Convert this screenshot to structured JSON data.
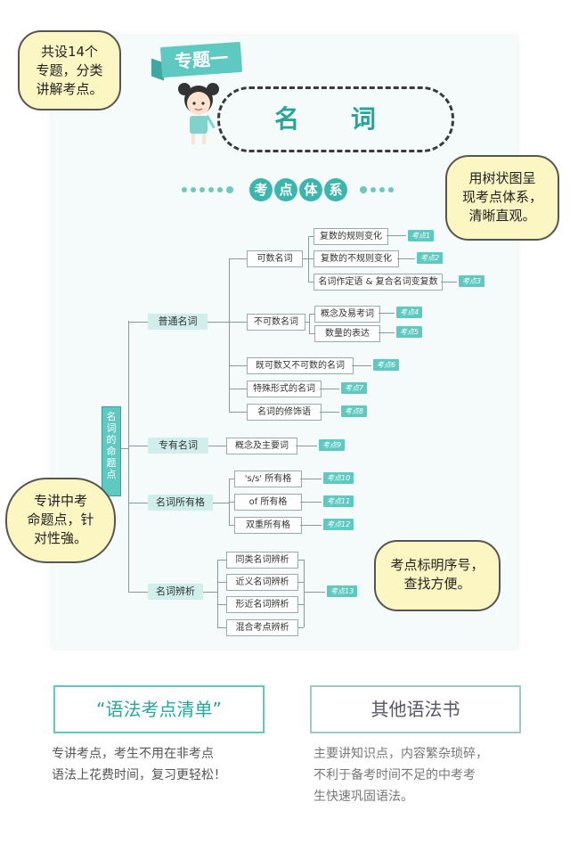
{
  "header": {
    "banner": "专题一",
    "title": "名 词",
    "section_heading": [
      "考",
      "点",
      "体",
      "系"
    ]
  },
  "bubbles": {
    "top_left": [
      "共设14个",
      "专题，分类",
      "讲解考点。"
    ],
    "top_right": [
      "用树状图呈",
      "现考点体系，",
      "清晰直观。"
    ],
    "mid_left": [
      "专讲中考",
      "命题点，针",
      "对性強。"
    ],
    "mid_right": [
      "考点标明序号，",
      "查找方便。"
    ]
  },
  "tree": {
    "root": "名词的命题点",
    "branches": {
      "b1": "普通名词",
      "b2": "专有名词",
      "b3": "名词所有格",
      "b4": "名词辨析"
    },
    "leaves": {
      "countable": "可数名词",
      "uncountable": "不可数名词",
      "both": "既可数又不可数的名词",
      "special": "特殊形式的名词",
      "modifier": "名词的修饰语",
      "proper_concept": "概念及主要词",
      "s_poss": "'s/s' 所有格",
      "of_poss": "of 所有格",
      "double_poss": "双重所有格",
      "same_cat": "同类名词辨析",
      "synonym": "近义名词辨析",
      "shape": "形近名词辨析",
      "mixed": "混合考点辨析",
      "plural_regular": "复数的规则变化",
      "plural_irregular": "复数的不规则变化",
      "attr_compound": "名词作定语 & 复合名词变复数",
      "concept_easy": "概念及易考词",
      "quantity": "数量的表达"
    },
    "tags": [
      "考点1",
      "考点2",
      "考点3",
      "考点4",
      "考点5",
      "考点6",
      "考点7",
      "考点8",
      "考点9",
      "考点10",
      "考点11",
      "考点12",
      "考点13"
    ]
  },
  "bottom": {
    "left_title": "“语法考点清单”",
    "left_desc": [
      "专讲考点，考生不用在非考点",
      "语法上花费时间，复习更轻松！"
    ],
    "right_title": "其他语法书",
    "right_desc": [
      "主要讲知识点，内容繁杂琐碎，",
      "不利于备考时间不足的中考考",
      "生快速巩固语法。"
    ]
  }
}
